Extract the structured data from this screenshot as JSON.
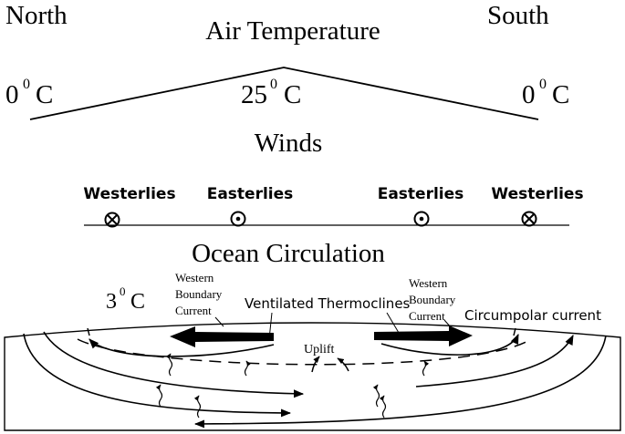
{
  "header": {
    "north": "North",
    "south": "South"
  },
  "air_temperature": {
    "title": "Air Temperature",
    "left_value": "0",
    "left_unit": "C",
    "center_value": "25",
    "center_unit": "C",
    "right_value": "0",
    "right_unit": "C",
    "degree_mark": "0"
  },
  "winds": {
    "title": "Winds",
    "labels": [
      "Westerlies",
      "Easterlies",
      "Easterlies",
      "Westerlies"
    ],
    "symbols": [
      "into-page-icon",
      "out-of-page-icon",
      "out-of-page-icon",
      "into-page-icon"
    ]
  },
  "ocean": {
    "title": "Ocean Circulation",
    "temp_value": "3",
    "temp_unit": "C",
    "degree_mark": "0",
    "left_wbc": [
      "Western",
      "Boundary",
      "Current"
    ],
    "right_wbc": [
      "Western",
      "Boundary",
      "Current"
    ],
    "ventilated": "Ventilated Thermoclines",
    "circumpolar": "Circumpolar current",
    "uplift": "Uplift"
  }
}
